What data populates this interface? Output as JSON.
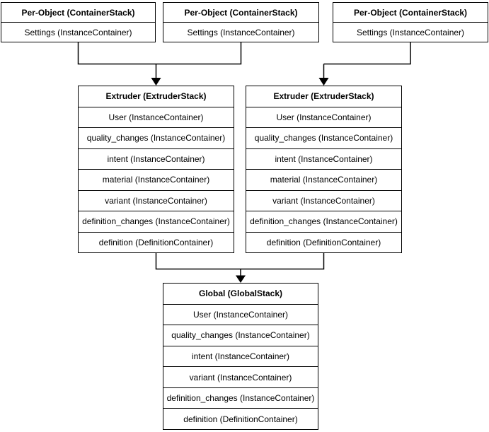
{
  "colors": {
    "stroke": "#000000",
    "fill": "#ffffff",
    "text": "#000000"
  },
  "boxes": {
    "per_object_1": {
      "title": "Per-Object (ContainerStack)",
      "rows": [
        "Settings (InstanceContainer)"
      ]
    },
    "per_object_2": {
      "title": "Per-Object (ContainerStack)",
      "rows": [
        "Settings (InstanceContainer)"
      ]
    },
    "per_object_3": {
      "title": "Per-Object (ContainerStack)",
      "rows": [
        "Settings (InstanceContainer)"
      ]
    },
    "extruder_1": {
      "title": "Extruder (ExtruderStack)",
      "rows": [
        "User (InstanceContainer)",
        "quality_changes (InstanceContainer)",
        "intent (InstanceContainer)",
        "material (InstanceContainer)",
        "variant (InstanceContainer)",
        "definition_changes (InstanceContainer)",
        "definition (DefinitionContainer)"
      ]
    },
    "extruder_2": {
      "title": "Extruder (ExtruderStack)",
      "rows": [
        "User (InstanceContainer)",
        "quality_changes (InstanceContainer)",
        "intent (InstanceContainer)",
        "material (InstanceContainer)",
        "variant (InstanceContainer)",
        "definition_changes (InstanceContainer)",
        "definition (DefinitionContainer)"
      ]
    },
    "global_stack": {
      "title": "Global (GlobalStack)",
      "rows": [
        "User (InstanceContainer)",
        "quality_changes (InstanceContainer)",
        "intent (InstanceContainer)",
        "variant (InstanceContainer)",
        "definition_changes (InstanceContainer)",
        "definition (DefinitionContainer)"
      ]
    }
  }
}
